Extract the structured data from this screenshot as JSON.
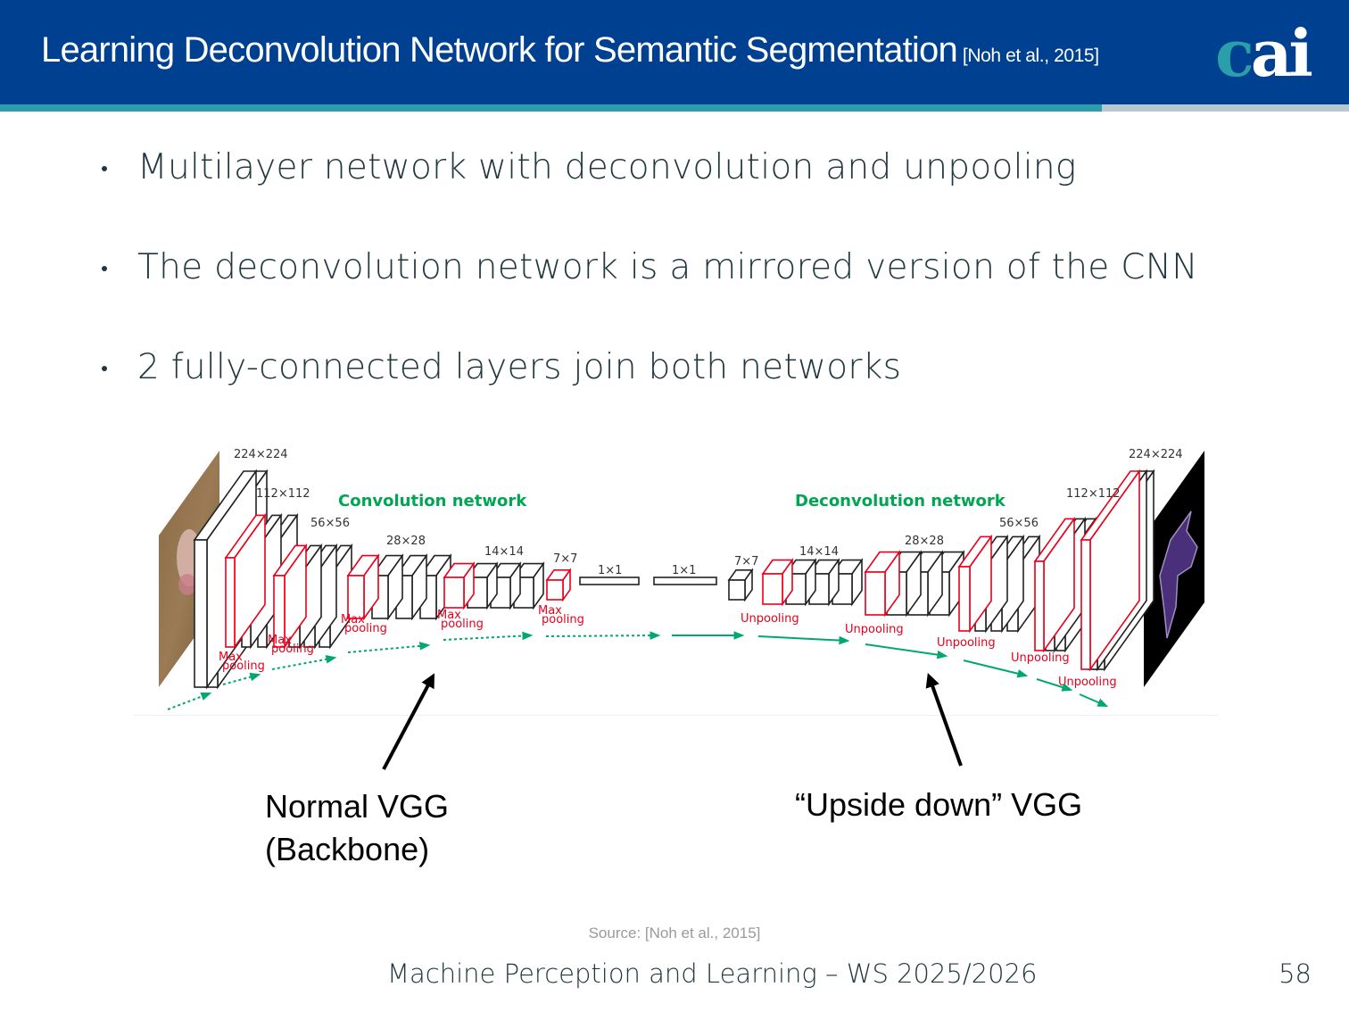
{
  "header": {
    "title": "Learning Deconvolution Network for Semantic Segmentation",
    "citation": "[Noh et al., 2015]",
    "logo": {
      "c": "c",
      "ai": "ai"
    },
    "colors": {
      "bar": "#004091",
      "accent": "#2a9ea9",
      "track": "#b8c8d0"
    }
  },
  "progress": {
    "fraction": 0.817
  },
  "bullets": [
    "Multilayer network with deconvolution and unpooling",
    "The deconvolution network is a mirrored version of the CNN",
    "2 fully-connected layers join both networks"
  ],
  "figure": {
    "conv_title": "Convolution network",
    "deconv_title": "Deconvolution network",
    "title_color": "#00a651",
    "pool_color": "#e8001c",
    "conv_sizes": [
      "224×224",
      "112×112",
      "56×56",
      "28×28",
      "14×14",
      "7×7"
    ],
    "fc_sizes": [
      "1×1",
      "1×1"
    ],
    "deconv_sizes": [
      "7×7",
      "14×14",
      "28×28",
      "56×56",
      "112×112",
      "224×224"
    ],
    "pool_label_line1": "Max",
    "pool_label_line2": "pooling",
    "unpool_label": "Unpooling",
    "input_image": "dog-photo",
    "output_image": "segmentation-mask"
  },
  "annotations": {
    "left_line1": "Normal VGG",
    "left_line2": "(Backbone)",
    "right": "“Upside down” VGG"
  },
  "source": "Source: [Noh et al., 2015]",
  "footer": "Machine Perception and Learning – WS 2025/2026",
  "page_number": "58"
}
